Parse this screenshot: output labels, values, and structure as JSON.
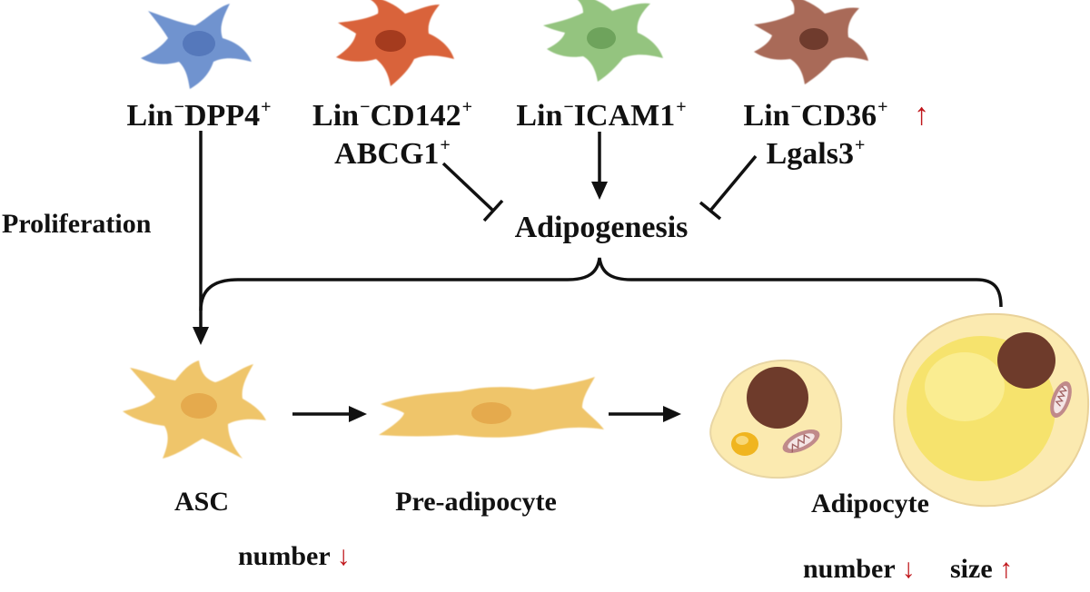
{
  "top_cells": [
    {
      "prefix": "Lin",
      "name": "DPP4",
      "line2": "",
      "color": "#6f93cf",
      "nucleus": "#5578bb"
    },
    {
      "prefix": "Lin",
      "name": "CD142",
      "line2": "ABCG1",
      "color": "#d9643a",
      "nucleus": "#a53b1e"
    },
    {
      "prefix": "Lin",
      "name": "ICAM1",
      "line2": "",
      "color": "#94c47f",
      "nucleus": "#6ea35c"
    },
    {
      "prefix": "Lin",
      "name": "CD36",
      "line2": "Lgals3",
      "color": "#a96b58",
      "nucleus": "#6f3b2d"
    }
  ],
  "superscripts": {
    "minus": "−",
    "plus": "+"
  },
  "process": {
    "proliferation": "Proliferation",
    "adipogenesis": "Adipogenesis"
  },
  "stages": [
    {
      "label": "ASC",
      "color": "#efc56b"
    },
    {
      "label": "Pre-adipocyte",
      "color": "#efc56b"
    },
    {
      "label": "Adipocyte",
      "color": "#fbeab0"
    }
  ],
  "changes": {
    "asc_number": "number",
    "adipocyte_number": "number",
    "adipocyte_size": "size",
    "up_arrow": "↑",
    "down_arrow": "↓",
    "arrow_color": "#c0161b"
  }
}
